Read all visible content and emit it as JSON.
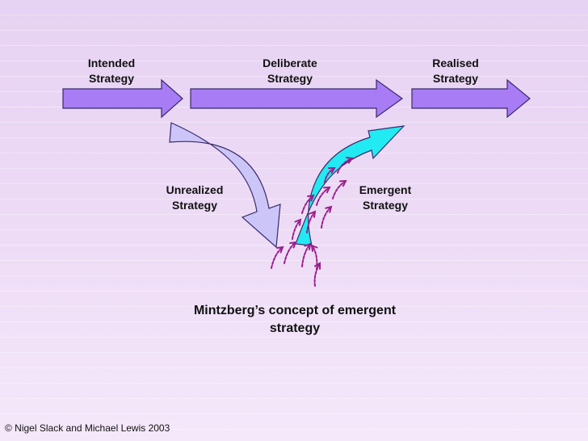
{
  "labels": {
    "intended": "Intended\nStrategy",
    "deliberate": "Deliberate\nStrategy",
    "realised": "Realised\nStrategy",
    "unrealized": "Unrealized\nStrategy",
    "emergent": "Emergent\nStrategy"
  },
  "title": "Mintzberg’s concept of emergent strategy",
  "footer": "© Nigel Slack and Michael Lewis 2003",
  "colors": {
    "main_arrow_fill": "#a77cf4",
    "unrealized_fill": "#ccc6f8",
    "emergent_fill": "#22eaf2",
    "small_arrows": "#9a1f8c",
    "outline": "#3a2a6a"
  }
}
